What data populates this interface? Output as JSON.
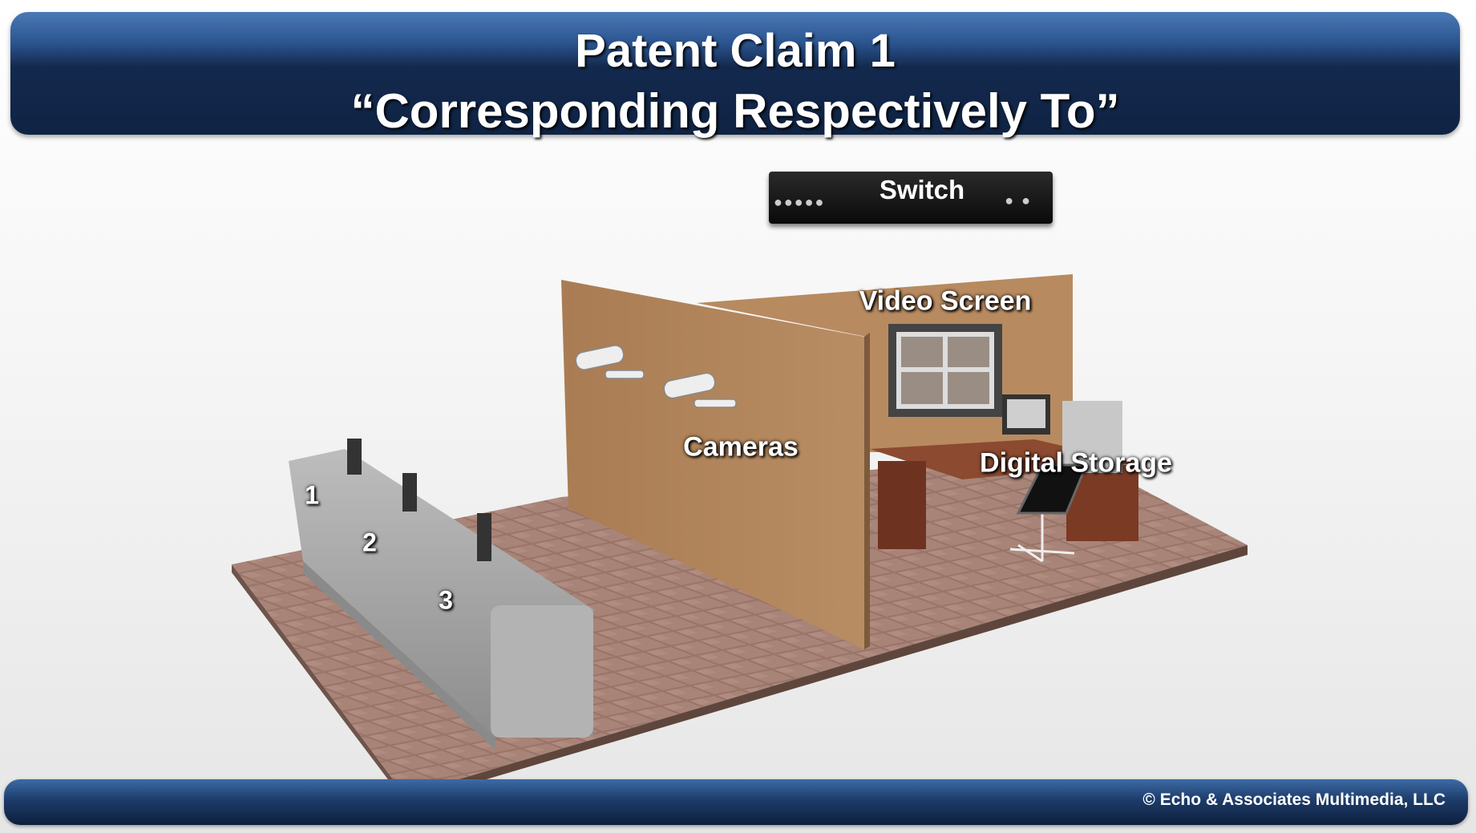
{
  "header": {
    "title_line1": "Patent Claim 1",
    "title_line2": "“Corresponding Respectively To”"
  },
  "diagram": {
    "switch_label": "Switch",
    "video_screen_label": "Video Screen",
    "cameras_label": "Cameras",
    "digital_storage_label": "Digital Storage",
    "station_labels": [
      "1",
      "2",
      "3"
    ]
  },
  "footer": {
    "copyright": "© Echo & Associates Multimedia, LLC"
  },
  "colors": {
    "header_top": "#4a79b5",
    "header_bottom": "#0f2344",
    "wall": "#b0835a",
    "floor": "#8a6b60"
  }
}
